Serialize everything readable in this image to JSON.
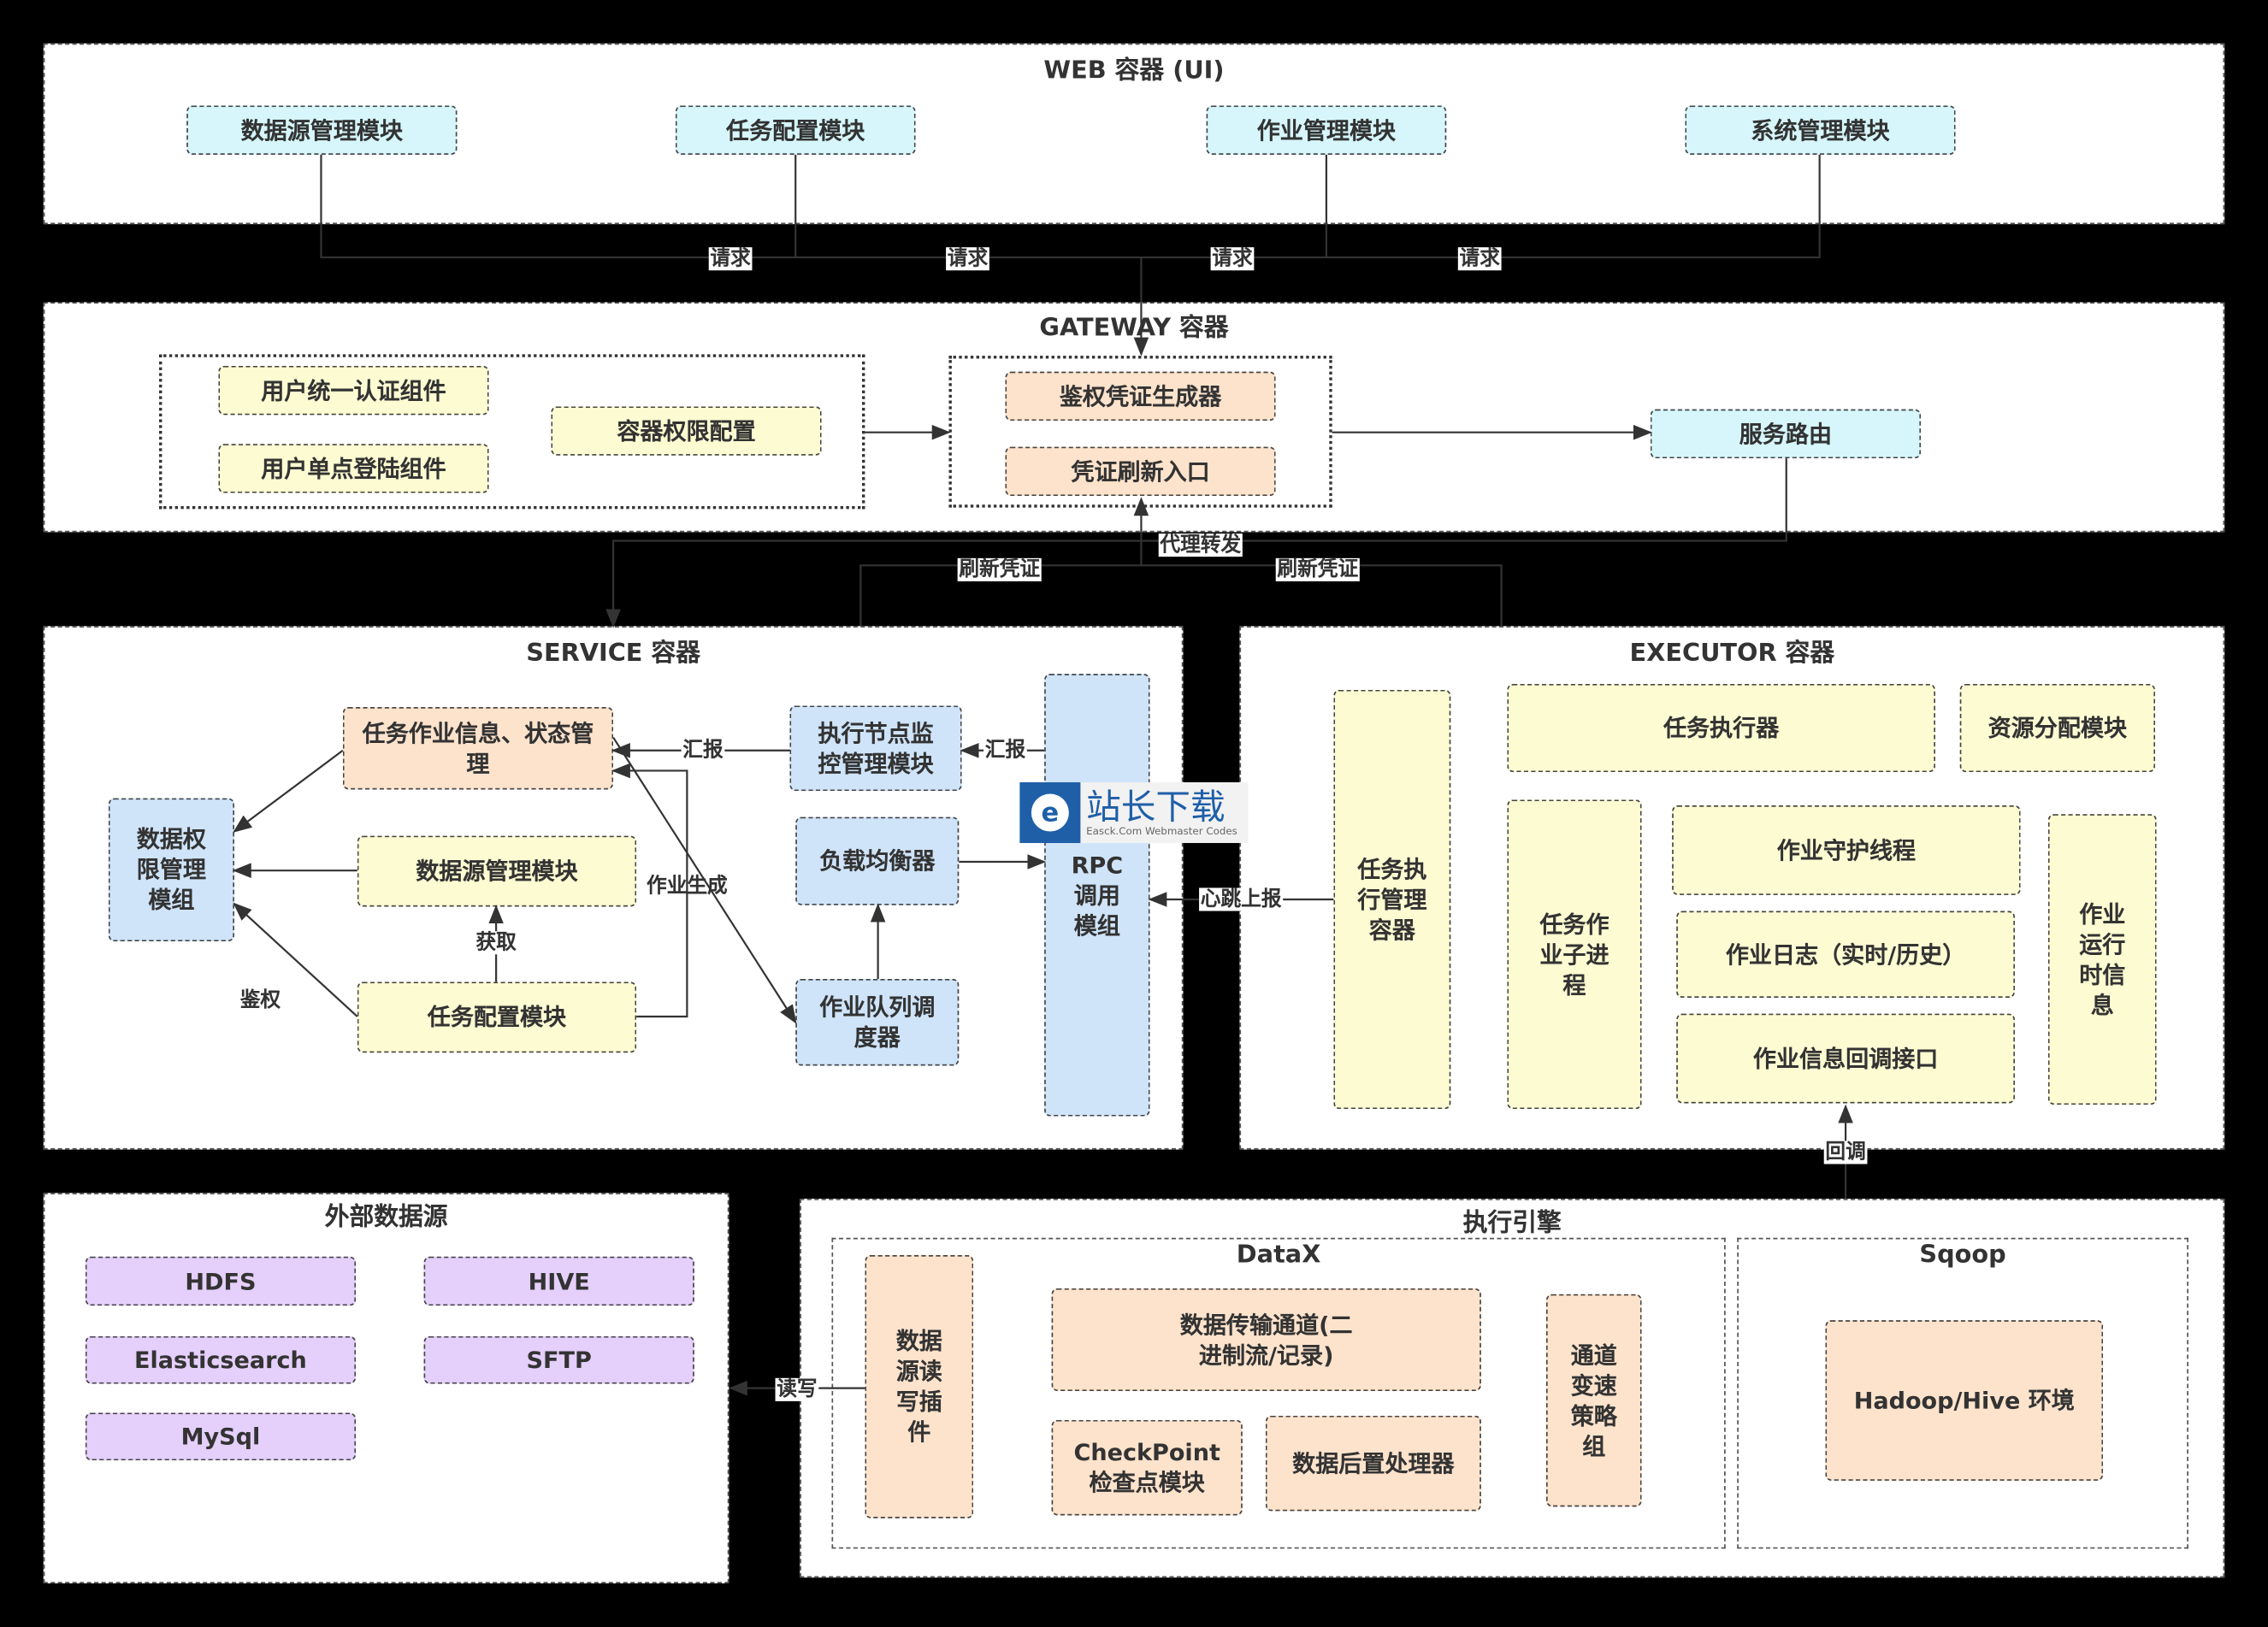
{
  "web": {
    "title": "WEB 容器 (UI)",
    "modules": [
      "数据源管理模块",
      "任务配置模块",
      "作业管理模块",
      "系统管理模块"
    ],
    "request_label": "请求"
  },
  "gateway": {
    "title": "GATEWAY 容器",
    "auth_unified": "用户统一认证组件",
    "sso": "用户单点登陆组件",
    "perm_config": "容器权限配置",
    "token_gen": "鉴权凭证生成器",
    "token_refresh": "凭证刷新入口",
    "router": "服务路由"
  },
  "edges": {
    "proxy": "代理转发",
    "refresh": "刷新凭证",
    "report": "汇报",
    "job_gen": "作业生成",
    "fetch": "获取",
    "auth": "鉴权",
    "heartbeat": "心跳上报",
    "callback": "回调",
    "readwrite": "读写"
  },
  "service": {
    "title": "SERVICE 容器",
    "job_state": "任务作业信息、状态管理",
    "data_perm": "数据权限管理模组",
    "datasource": "数据源管理模块",
    "task_config": "任务配置模块",
    "node_monitor": "执行节点监控管理模块",
    "load_balancer": "负载均衡器",
    "queue_scheduler": "作业队列调度器",
    "rpc": "RPC调用模组"
  },
  "executor": {
    "title": "EXECUTOR 容器",
    "exec_container": "任务执行管理容器",
    "executor": "任务执行器",
    "resource": "资源分配模块",
    "subprocess": "任务作业子进程",
    "daemon": "作业守护线程",
    "log": "作业日志（实时/历史）",
    "callback_api": "作业信息回调接口",
    "runtime": "作业运行时信息"
  },
  "external": {
    "title": "外部数据源",
    "sources": [
      "HDFS",
      "HIVE",
      "Elasticsearch",
      "SFTP",
      "MySql"
    ]
  },
  "engine": {
    "title": "执行引擎",
    "datax": {
      "title": "DataX",
      "plugin": "数据源读写插件",
      "channel": "数据传输通道(二进制流/记录)",
      "checkpoint": "CheckPoint检查点模块",
      "post": "数据后置处理器",
      "speed": "通道变速策略组"
    },
    "sqoop": {
      "title": "Sqoop",
      "env": "Hadoop/Hive 环境"
    }
  },
  "watermark": {
    "title": "站长下载",
    "subtitle": "Easck.Com Webmaster Codes"
  },
  "colors": {
    "cyan": "#d6f6fb",
    "yellow": "#fdfbd2",
    "peach": "#fde3cc",
    "blue": "#cfe4f9",
    "purple": "#e5cffb"
  }
}
